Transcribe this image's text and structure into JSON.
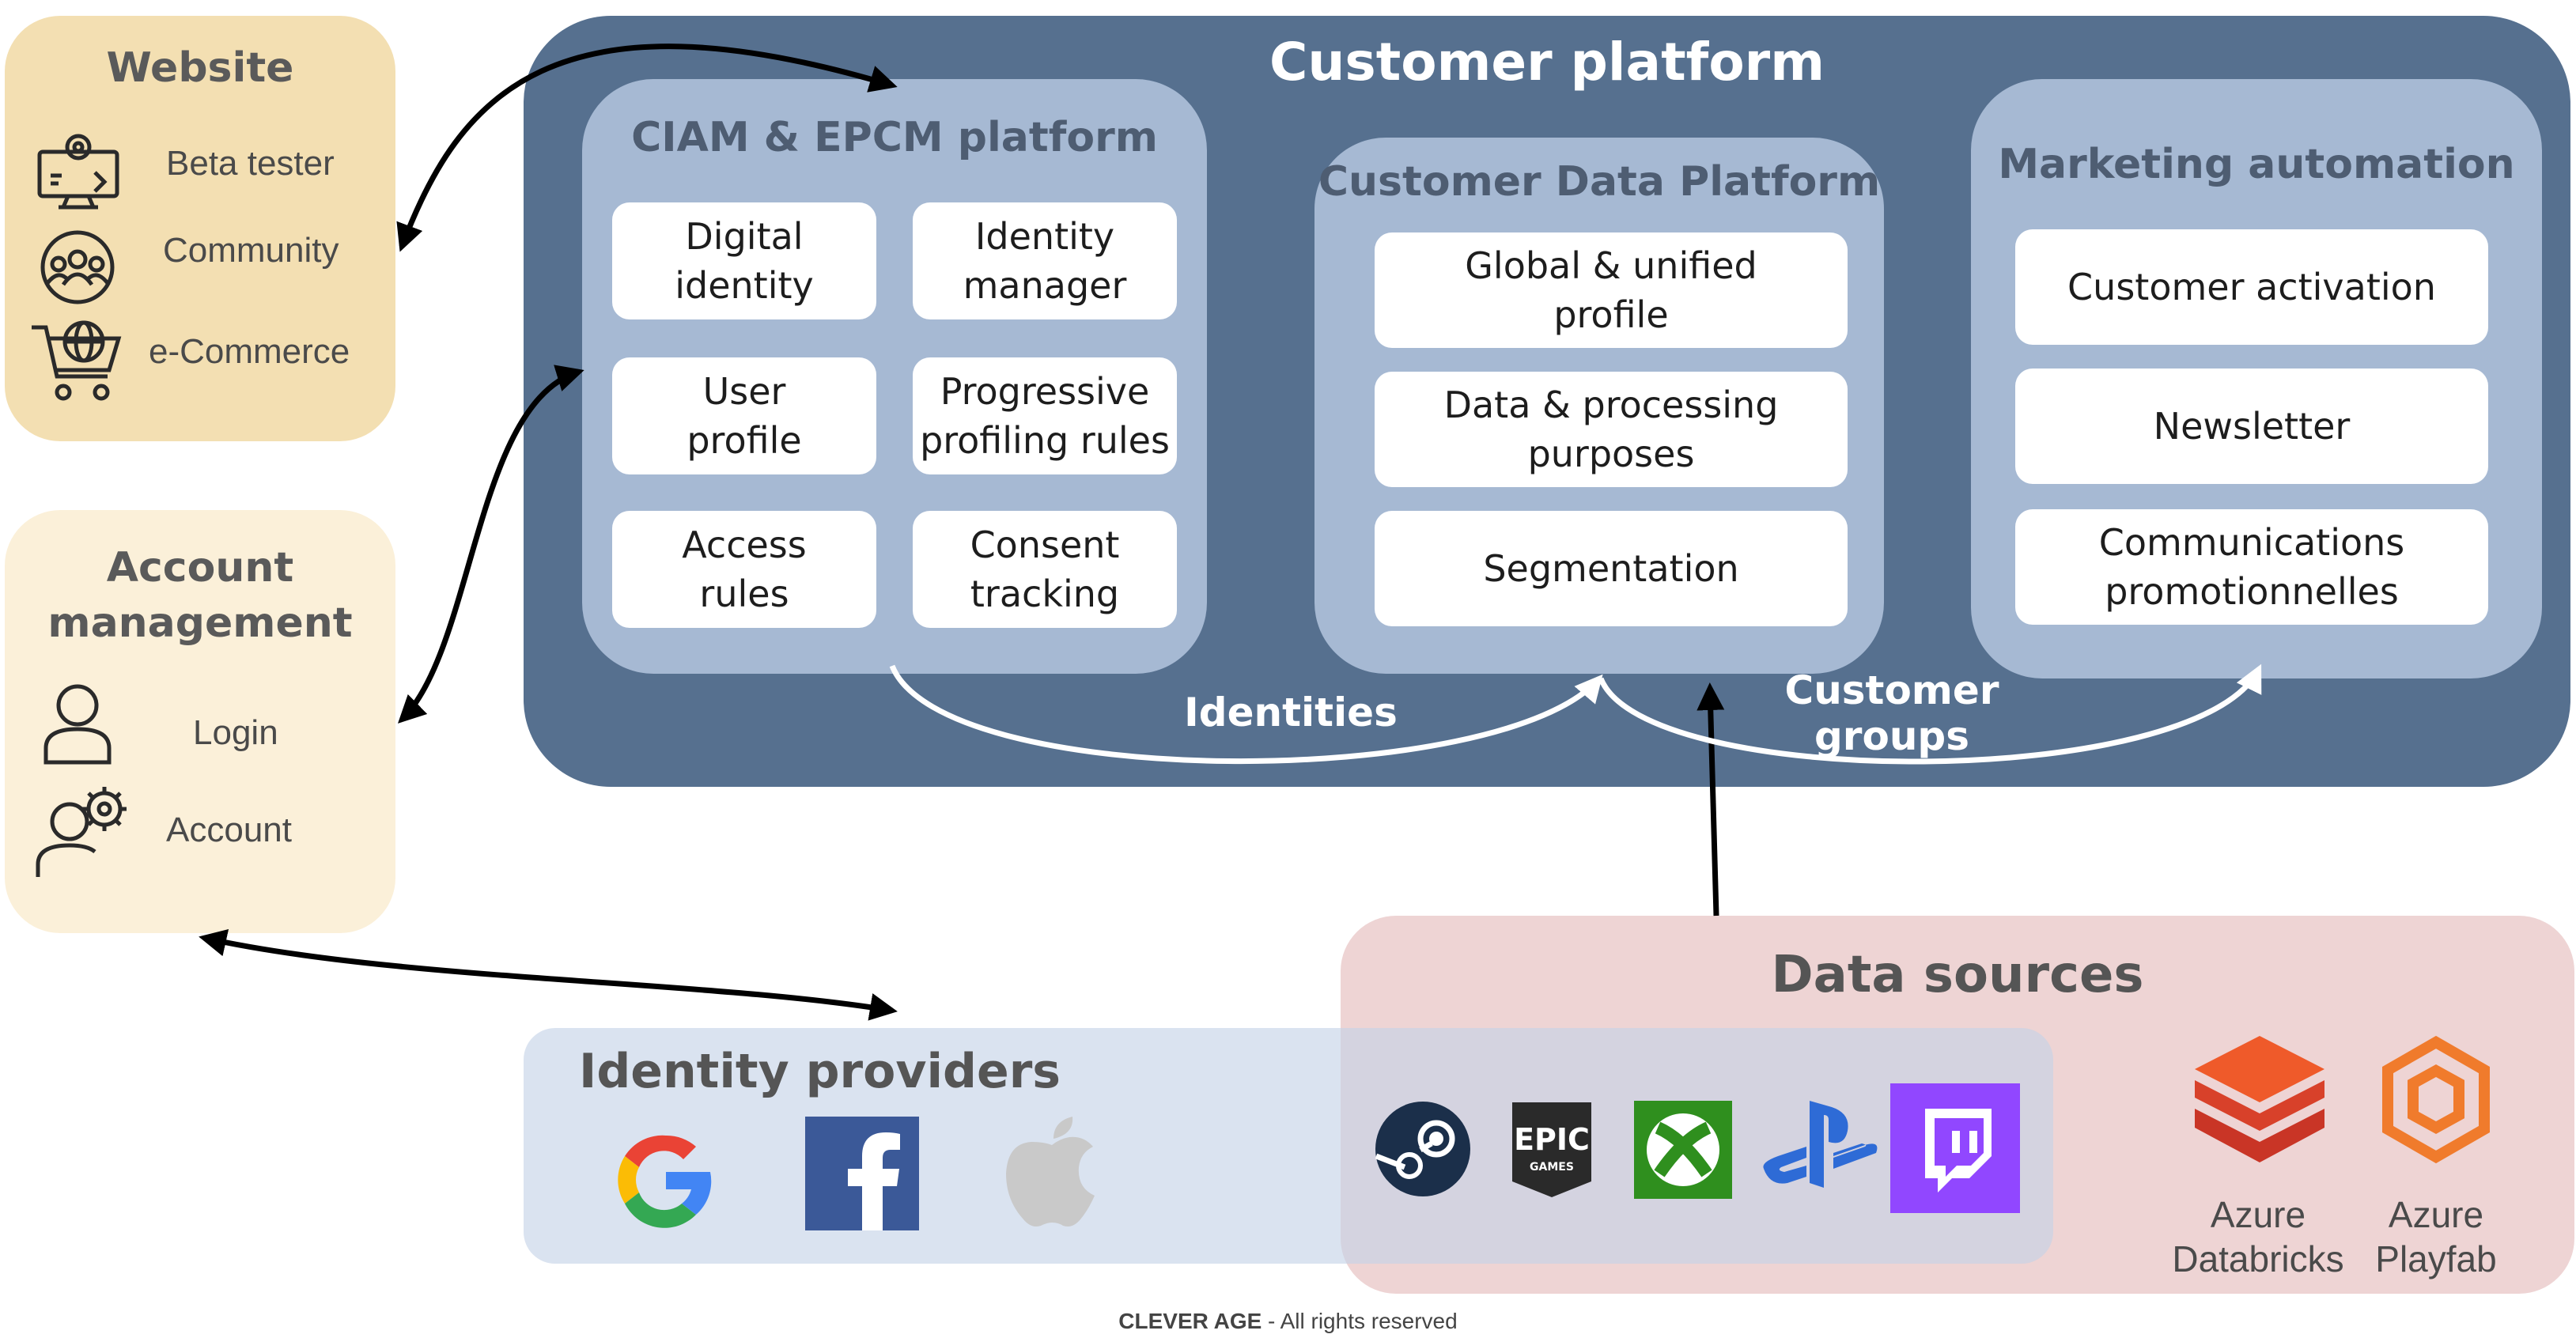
{
  "website": {
    "title": "Website",
    "items": [
      {
        "label": "Beta tester",
        "icon": "monitor-gear-icon"
      },
      {
        "label": "Community",
        "icon": "community-icon"
      },
      {
        "label": "e-Commerce",
        "icon": "shopping-cart-globe-icon"
      }
    ]
  },
  "account_management": {
    "title": "Account\nmanagement",
    "items": [
      {
        "label": "Login",
        "icon": "user-icon"
      },
      {
        "label": "Account",
        "icon": "user-gear-icon"
      }
    ]
  },
  "customer_platform": {
    "title": "Customer platform",
    "ciam": {
      "title": "CIAM & EPCM platform",
      "cards": [
        "Digital\nidentity",
        "Identity\nmanager",
        "User\nprofile",
        "Progressive\nprofiling rules",
        "Access\nrules",
        "Consent\ntracking"
      ]
    },
    "cdp": {
      "title": "Customer Data Platform",
      "cards": [
        "Global & unified\nprofile",
        "Data & processing\npurposes",
        "Segmentation"
      ]
    },
    "marketing": {
      "title": "Marketing automation",
      "cards": [
        "Customer activation",
        "Newsletter",
        "Communications\npromotionnelles"
      ]
    },
    "flows": {
      "identities": "Identities",
      "customer_groups": "Customer\ngroups"
    }
  },
  "data_sources": {
    "title": "Data sources",
    "logos": [
      "steam-logo",
      "epic-games-logo",
      "xbox-logo",
      "playstation-logo",
      "twitch-logo"
    ],
    "azure": [
      {
        "label": "Azure\nDatabricks",
        "icon": "azure-databricks-icon"
      },
      {
        "label": "Azure\nPlayfab",
        "icon": "azure-playfab-icon"
      }
    ],
    "epic_text": "EPIC",
    "epic_sub": "GAMES"
  },
  "identity_providers": {
    "title": "Identity providers",
    "logos": [
      "google-logo",
      "facebook-logo",
      "apple-logo"
    ]
  },
  "footer": {
    "brand": "CLEVER AGE",
    "rights": " - All rights reserved"
  },
  "colors": {
    "platform": "#56708f",
    "inner": "#a6b9d3",
    "website": "#f3dfb2",
    "account": "#fbf0d9",
    "data_sources": "#deaaaa",
    "identity_providers": "#c4d2e6"
  }
}
